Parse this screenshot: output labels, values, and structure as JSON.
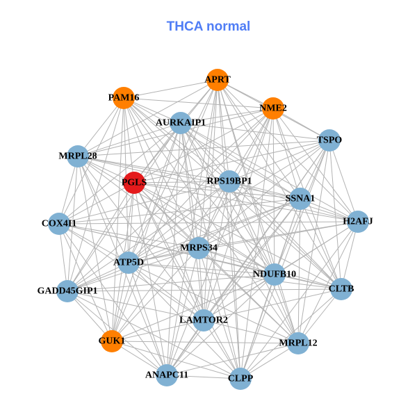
{
  "title": "THCA normal",
  "colors": {
    "title": "#4f7df5",
    "edge": "#b3b3b3",
    "blue": "#80b1d3",
    "orange": "#ff7f00",
    "red": "#e41a1c"
  },
  "nodes": [
    {
      "name": "APRT",
      "color": "#ff7f00"
    },
    {
      "name": "PAM16",
      "color": "#ff7f00"
    },
    {
      "name": "NME2",
      "color": "#ff7f00"
    },
    {
      "name": "AURKAIP1",
      "color": "#80b1d3"
    },
    {
      "name": "TSPO",
      "color": "#80b1d3"
    },
    {
      "name": "MRPL28",
      "color": "#80b1d3"
    },
    {
      "name": "PGLS",
      "color": "#e41a1c"
    },
    {
      "name": "RPS19BP1",
      "color": "#80b1d3"
    },
    {
      "name": "SSNA1",
      "color": "#80b1d3"
    },
    {
      "name": "H2AFJ",
      "color": "#80b1d3"
    },
    {
      "name": "COX4I1",
      "color": "#80b1d3"
    },
    {
      "name": "MRPS34",
      "color": "#80b1d3"
    },
    {
      "name": "ATP5D",
      "color": "#80b1d3"
    },
    {
      "name": "NDUFB10",
      "color": "#80b1d3"
    },
    {
      "name": "GADD45GIP1",
      "color": "#80b1d3"
    },
    {
      "name": "CLTB",
      "color": "#80b1d3"
    },
    {
      "name": "LAMTOR2",
      "color": "#80b1d3"
    },
    {
      "name": "GUK1",
      "color": "#ff7f00"
    },
    {
      "name": "MRPL12",
      "color": "#80b1d3"
    },
    {
      "name": "ANAPC11",
      "color": "#80b1d3"
    },
    {
      "name": "CLPP",
      "color": "#80b1d3"
    }
  ],
  "adjacency": {
    "APRT": [
      "PAM16",
      "NME2",
      "AURKAIP1",
      "TSPO",
      "MRPL28",
      "PGLS",
      "RPS19BP1",
      "SSNA1",
      "H2AFJ",
      "MRPS34",
      "ATP5D",
      "NDUFB10",
      "CLTB",
      "LAMTOR2",
      "MRPL12",
      "CLPP",
      "ANAPC11",
      "GUK1"
    ],
    "PAM16": [
      "NME2",
      "AURKAIP1",
      "MRPL28",
      "PGLS",
      "RPS19BP1",
      "SSNA1",
      "COX4I1",
      "MRPS34",
      "ATP5D",
      "NDUFB10",
      "GADD45GIP1",
      "LAMTOR2",
      "GUK1",
      "CLTB",
      "MRPL12"
    ],
    "NME2": [
      "AURKAIP1",
      "TSPO",
      "MRPL28",
      "PGLS",
      "RPS19BP1",
      "SSNA1",
      "H2AFJ",
      "MRPS34",
      "ATP5D",
      "NDUFB10",
      "CLTB",
      "LAMTOR2",
      "GADD45GIP1",
      "ANAPC11",
      "CLPP"
    ],
    "AURKAIP1": [
      "TSPO",
      "MRPL28",
      "PGLS",
      "RPS19BP1",
      "SSNA1",
      "H2AFJ",
      "COX4I1",
      "MRPS34",
      "ATP5D",
      "NDUFB10",
      "GADD45GIP1",
      "CLTB",
      "LAMTOR2",
      "GUK1",
      "MRPL12",
      "ANAPC11",
      "CLPP"
    ],
    "TSPO": [
      "MRPL28",
      "PGLS",
      "RPS19BP1",
      "SSNA1",
      "H2AFJ",
      "MRPS34",
      "ATP5D",
      "NDUFB10",
      "CLTB",
      "LAMTOR2",
      "MRPL12",
      "CLPP",
      "ANAPC11"
    ],
    "MRPL28": [
      "PGLS",
      "RPS19BP1",
      "SSNA1",
      "H2AFJ",
      "COX4I1",
      "MRPS34",
      "ATP5D",
      "GADD45GIP1",
      "NDUFB10",
      "LAMTOR2",
      "GUK1",
      "ANAPC11"
    ],
    "PGLS": [
      "RPS19BP1",
      "SSNA1",
      "H2AFJ",
      "COX4I1",
      "MRPS34",
      "ATP5D",
      "NDUFB10",
      "GADD45GIP1",
      "CLTB",
      "LAMTOR2",
      "GUK1",
      "MRPL12",
      "ANAPC11",
      "CLPP"
    ],
    "RPS19BP1": [
      "SSNA1",
      "H2AFJ",
      "COX4I1",
      "MRPS34",
      "ATP5D",
      "NDUFB10",
      "GADD45GIP1",
      "CLTB",
      "LAMTOR2",
      "GUK1",
      "MRPL12",
      "CLPP"
    ],
    "SSNA1": [
      "H2AFJ",
      "COX4I1",
      "MRPS34",
      "ATP5D",
      "NDUFB10",
      "GADD45GIP1",
      "CLTB",
      "LAMTOR2",
      "MRPL12",
      "ANAPC11",
      "CLPP"
    ],
    "H2AFJ": [
      "COX4I1",
      "MRPS34",
      "ATP5D",
      "NDUFB10",
      "CLTB",
      "LAMTOR2",
      "MRPL12",
      "CLPP"
    ],
    "COX4I1": [
      "MRPS34",
      "ATP5D",
      "NDUFB10",
      "GADD45GIP1",
      "CLTB",
      "LAMTOR2",
      "GUK1",
      "ANAPC11"
    ],
    "MRPS34": [
      "ATP5D",
      "NDUFB10",
      "GADD45GIP1",
      "CLTB",
      "LAMTOR2",
      "GUK1",
      "MRPL12",
      "ANAPC11",
      "CLPP"
    ],
    "ATP5D": [
      "NDUFB10",
      "GADD45GIP1",
      "CLTB",
      "LAMTOR2",
      "GUK1",
      "MRPL12",
      "ANAPC11",
      "CLPP"
    ],
    "NDUFB10": [
      "GADD45GIP1",
      "CLTB",
      "LAMTOR2",
      "GUK1",
      "MRPL12",
      "ANAPC11",
      "CLPP"
    ],
    "GADD45GIP1": [
      "CLTB",
      "LAMTOR2",
      "GUK1",
      "ANAPC11",
      "CLPP"
    ],
    "CLTB": [
      "LAMTOR2",
      "MRPL12",
      "CLPP"
    ],
    "LAMTOR2": [
      "GUK1",
      "MRPL12",
      "ANAPC11",
      "CLPP"
    ],
    "GUK1": [
      "ANAPC11",
      "CLPP",
      "MRPL12"
    ],
    "MRPL12": [
      "CLPP",
      "ANAPC11"
    ],
    "ANAPC11": [
      "CLPP"
    ]
  }
}
